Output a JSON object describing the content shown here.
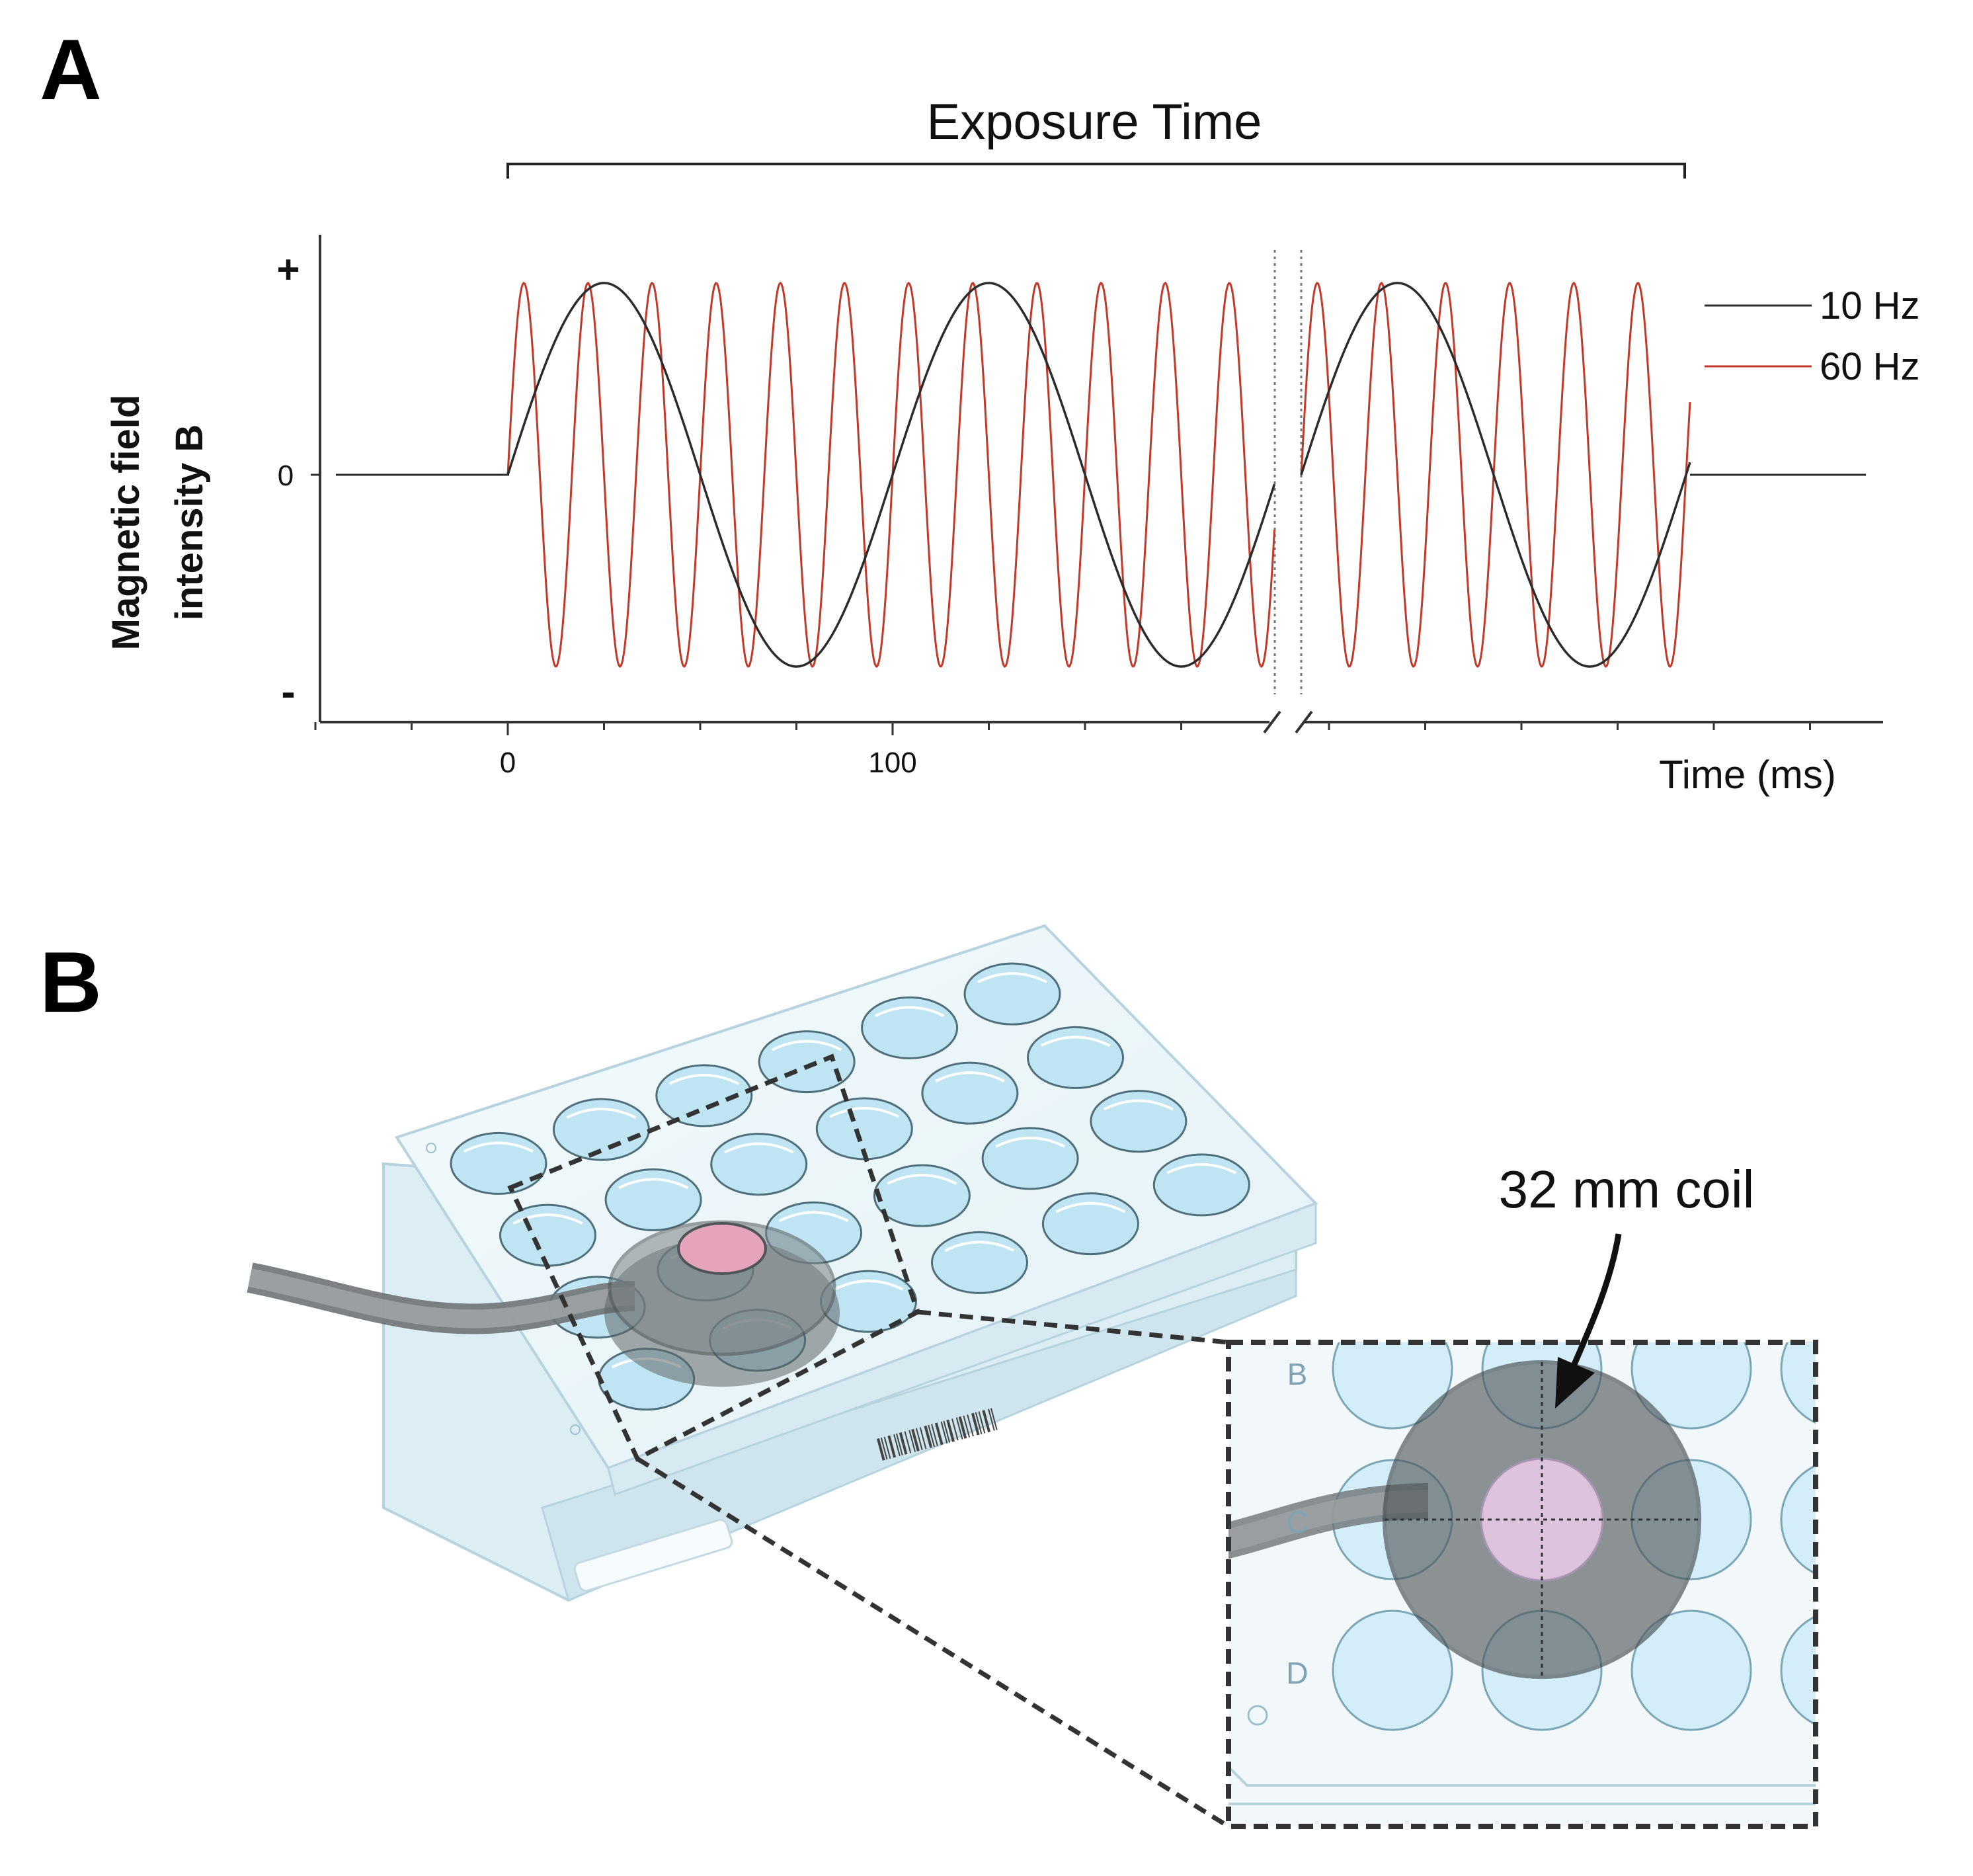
{
  "panel_a": {
    "label": "A",
    "exposure_label": "Exposure Time",
    "ylabel_line1": "Magnetic field",
    "ylabel_line2": "intensity B",
    "ytick_plus": "+",
    "ytick_zero": "0",
    "ytick_minus": "-",
    "xtick_0": "0",
    "xtick_100": "100",
    "xlabel": "Time (ms)",
    "legend": [
      {
        "name": "10 Hz",
        "color": "#2b2b2b"
      },
      {
        "name": "60 Hz",
        "color": "#c0392b"
      }
    ]
  },
  "panel_b": {
    "label": "B",
    "coil_label": "32 mm coil",
    "row_labels": [
      "B",
      "C",
      "D"
    ]
  },
  "chart_data": {
    "type": "line",
    "xlabel": "Time (ms)",
    "ylabel": "Magnetic field intensity B",
    "x_ticks": [
      0,
      100
    ],
    "y_ticks": [
      "+",
      "0",
      "-"
    ],
    "broken_axis": true,
    "series": [
      {
        "name": "10 Hz",
        "frequency_hz": 10,
        "color": "#2b2b2b"
      },
      {
        "name": "60 Hz",
        "frequency_hz": 60,
        "color": "#c0392b"
      }
    ]
  }
}
